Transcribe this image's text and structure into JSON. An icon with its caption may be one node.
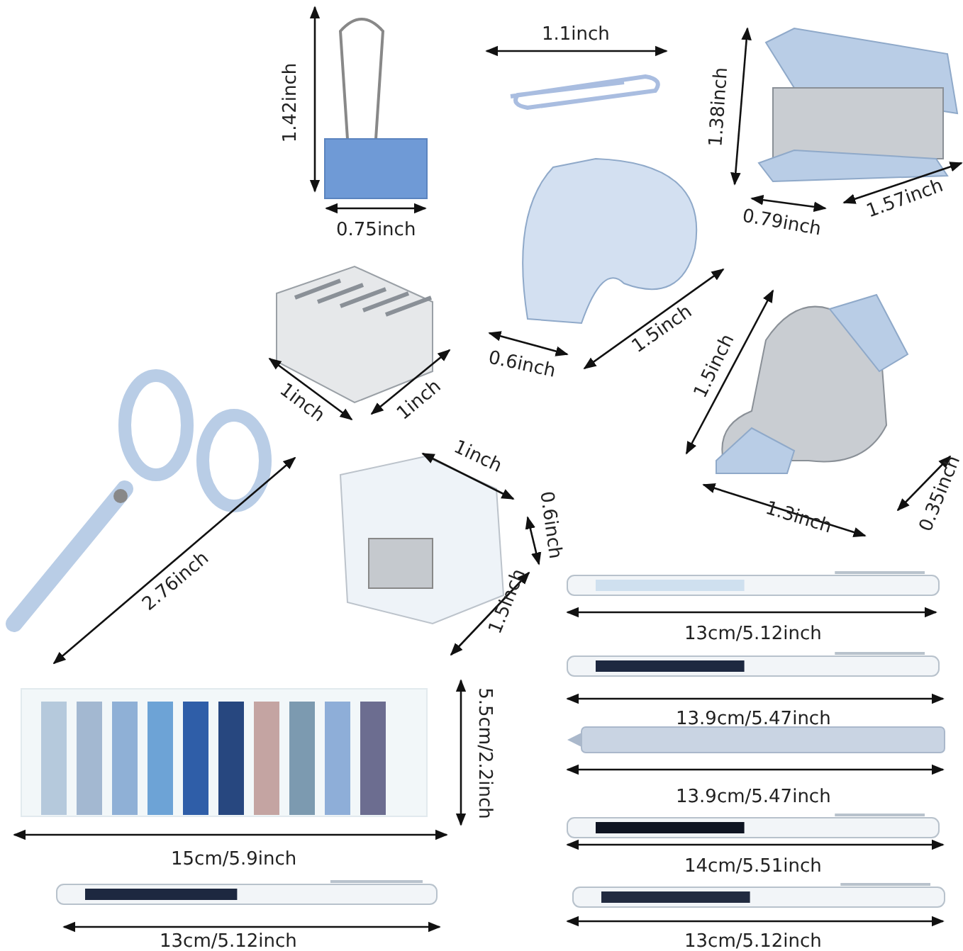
{
  "diagram": {
    "labels": [
      "1.42inch",
      "1.1inch",
      "1.38inch",
      "0.75inch",
      "0.79inch",
      "1.57inch",
      "0.6inch",
      "1.5inch",
      "1inch",
      "1inch",
      "1.5inch",
      "1inch",
      "0.6inch",
      "2.76inch",
      "1.3inch",
      "0.35inch",
      "1.5inch",
      "13cm/5.12inch",
      "5.5cm/2.2inch",
      "13.9cm/5.47inch",
      "13.9cm/5.47inch",
      "15cm/5.9inch",
      "14cm/5.51inch",
      "13cm/5.12inch",
      "13cm/5.12inch"
    ]
  }
}
